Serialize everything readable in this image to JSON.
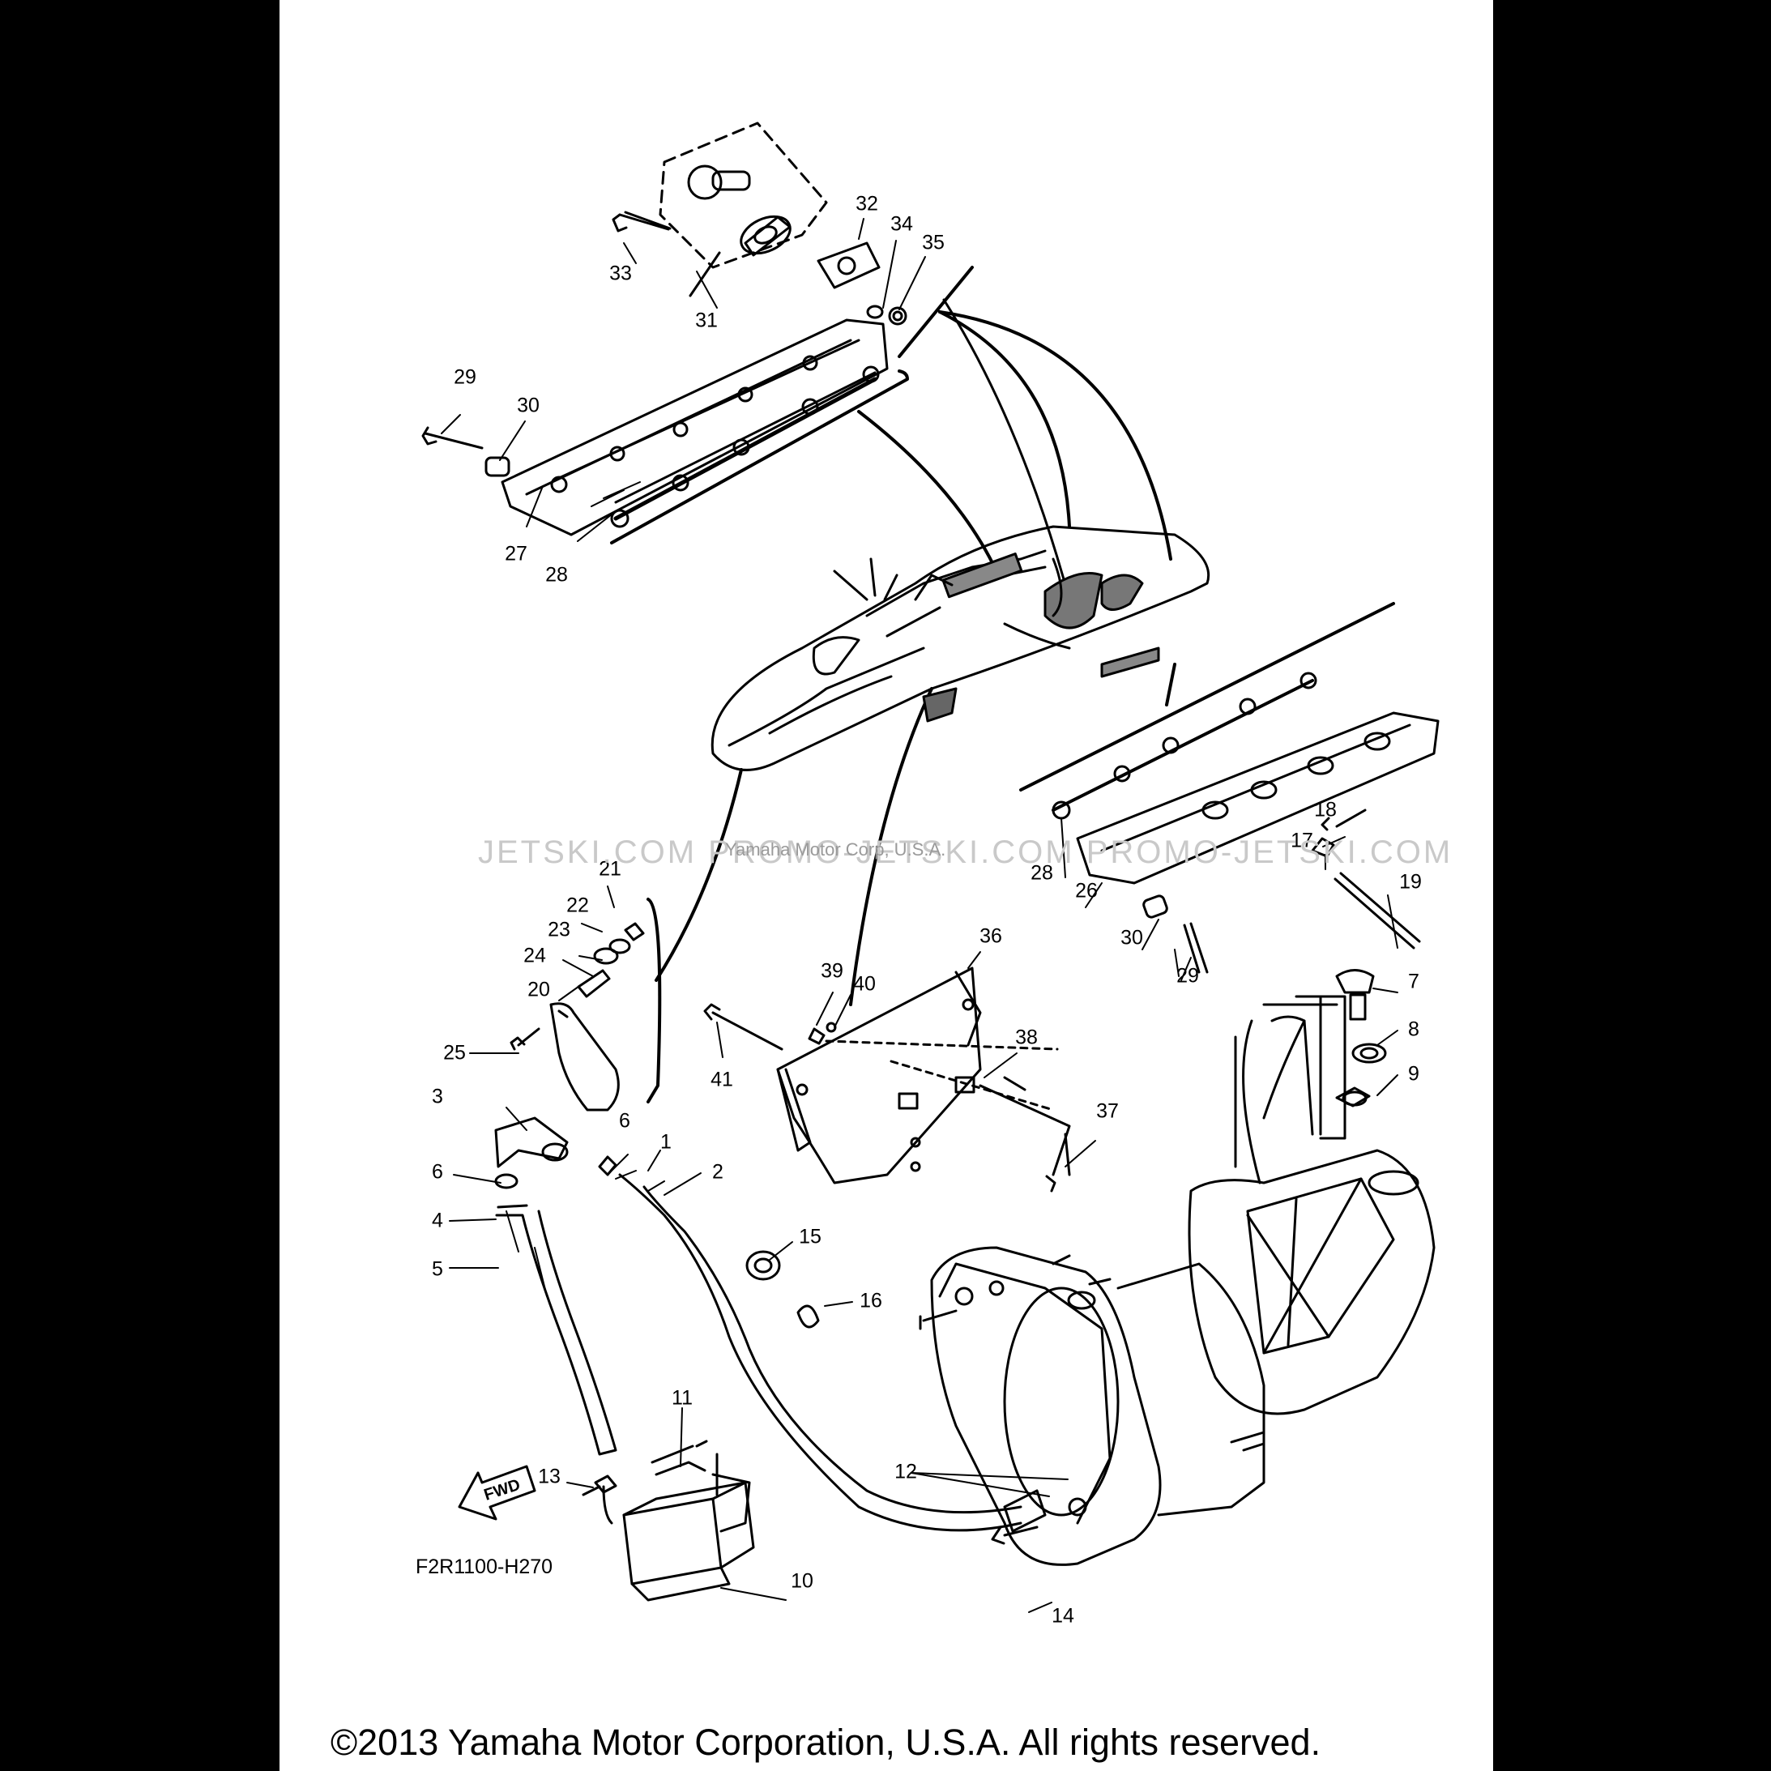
{
  "diagram": {
    "part_numbers": [
      "1",
      "2",
      "3",
      "4",
      "5",
      "6",
      "6",
      "7",
      "8",
      "9",
      "10",
      "11",
      "12",
      "13",
      "14",
      "15",
      "16",
      "17",
      "18",
      "19",
      "20",
      "21",
      "22",
      "23",
      "24",
      "25",
      "26",
      "27",
      "28",
      "28",
      "29",
      "29",
      "30",
      "30",
      "31",
      "32",
      "33",
      "34",
      "35",
      "36",
      "37",
      "38",
      "39",
      "40",
      "41"
    ],
    "fwd_label": "FWD",
    "diagram_code": "F2R1100-H270",
    "watermark": "JETSKI.COM  PROMO-JETSKI.COM  PROMO-JETSKI.COM",
    "watermark_small": "Yamaha Motor Corp, U.S.A.",
    "copyright": "©2013 Yamaha Motor Corporation, U.S.A. All rights reserved."
  }
}
